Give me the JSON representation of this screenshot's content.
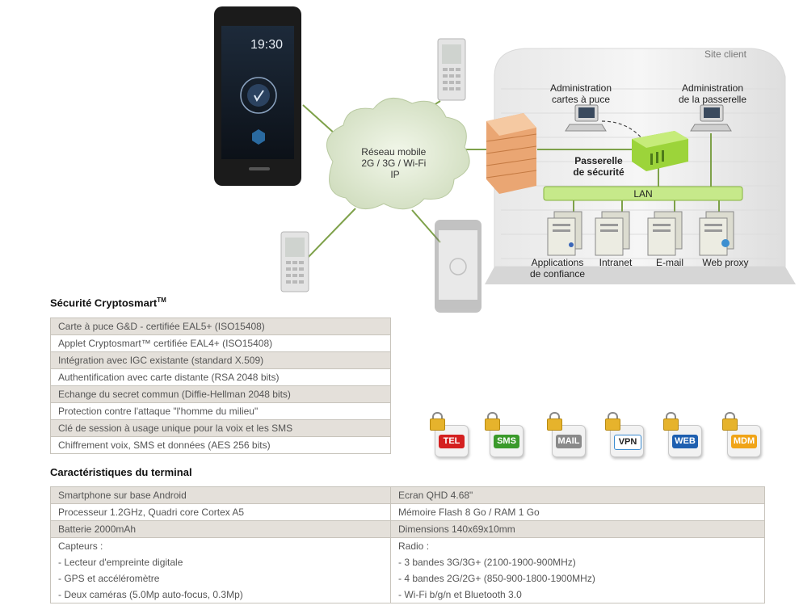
{
  "diagram": {
    "phone_time": "19:30",
    "cloud_label": "Réseau mobile\n2G / 3G / Wi-Fi\nIP",
    "site_client": "Site client",
    "admin_cards": "Administration\ncartes à puce",
    "admin_gateway": "Administration\nde la passerelle",
    "gateway": "Passerelle\nde sécurité",
    "lan": "LAN",
    "servers": [
      "Applications\nde confiance",
      "Intranet",
      "E-mail",
      "Web proxy"
    ]
  },
  "security": {
    "title": "Sécurité Cryptosmart",
    "title_sup": "TM",
    "rows": [
      "Carte à puce G&D - certifiée EAL5+ (ISO15408)",
      "Applet Cryptosmart™ certifiée EAL4+ (ISO15408)",
      "Intégration avec IGC existante (standard X.509)",
      "Authentification avec carte distante (RSA 2048 bits)",
      "Echange du secret commun (Diffie-Hellman 2048 bits)",
      "Protection contre l'attaque \"l'homme du milieu\"",
      "Clé de session à usage unique pour la voix et les SMS",
      "Chiffrement voix, SMS et données (AES 256 bits)"
    ]
  },
  "badges": [
    {
      "label": "TEL",
      "color": "#d42020"
    },
    {
      "label": "SMS",
      "color": "#3a9a2a"
    },
    {
      "label": "MAIL",
      "color": "#8a8a8a"
    },
    {
      "label": "VPN",
      "color": "#ffffff"
    },
    {
      "label": "WEB",
      "color": "#1e5fb0"
    },
    {
      "label": "MDM",
      "color": "#f0a418"
    }
  ],
  "terminal": {
    "title": "Caractéristiques du terminal",
    "row1": {
      "left": "Smartphone sur base Android",
      "right": "Ecran QHD 4.68\""
    },
    "row2": {
      "left": "Processeur 1.2GHz, Quadri core Cortex A5",
      "right": "Mémoire Flash 8 Go / RAM 1 Go"
    },
    "row3": {
      "left": "Batterie 2000mAh",
      "right": "Dimensions  140x69x10mm"
    },
    "row4": {
      "left": [
        "Capteurs :",
        "- Lecteur d'empreinte digitale",
        "- GPS et accéléromètre",
        "- Deux caméras (5.0Mp auto-focus, 0.3Mp)"
      ],
      "right": [
        "Radio :",
        "- 3 bandes 3G/3G+ (2100-1900-900MHz)",
        "- 4 bandes 2G/2G+ (850-900-1800-1900MHz)",
        "- Wi-Fi b/g/n et Bluetooth 3.0"
      ]
    }
  }
}
